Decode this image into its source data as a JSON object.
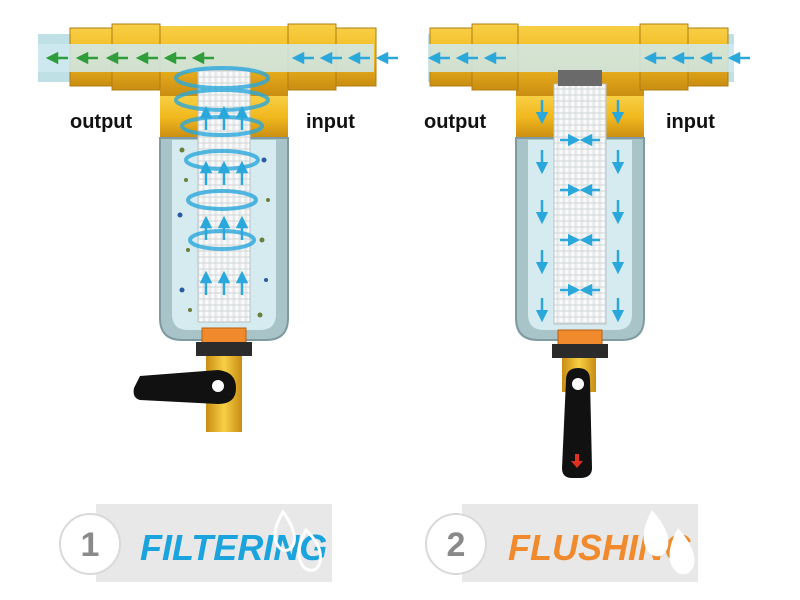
{
  "panels": [
    {
      "output_label": "output",
      "input_label": "input",
      "step_number": "1",
      "step_title": "FILTERING",
      "title_color": "#1aa3dc"
    },
    {
      "output_label": "output",
      "input_label": "input",
      "step_number": "2",
      "step_title": "FLUSHING",
      "title_color": "#f08a2c"
    }
  ],
  "colors": {
    "brass": "#f2b81e",
    "brass_dark": "#c98d12",
    "housing_glass": "#bcd7d9",
    "housing_inner": "#d6ebf0",
    "housing_frame": "#7f9aa0",
    "flow_arrow": "#2aa8dc",
    "output_arrow": "#2f9e3a",
    "handle": "#111111",
    "flush_indicator": "#e03020"
  }
}
